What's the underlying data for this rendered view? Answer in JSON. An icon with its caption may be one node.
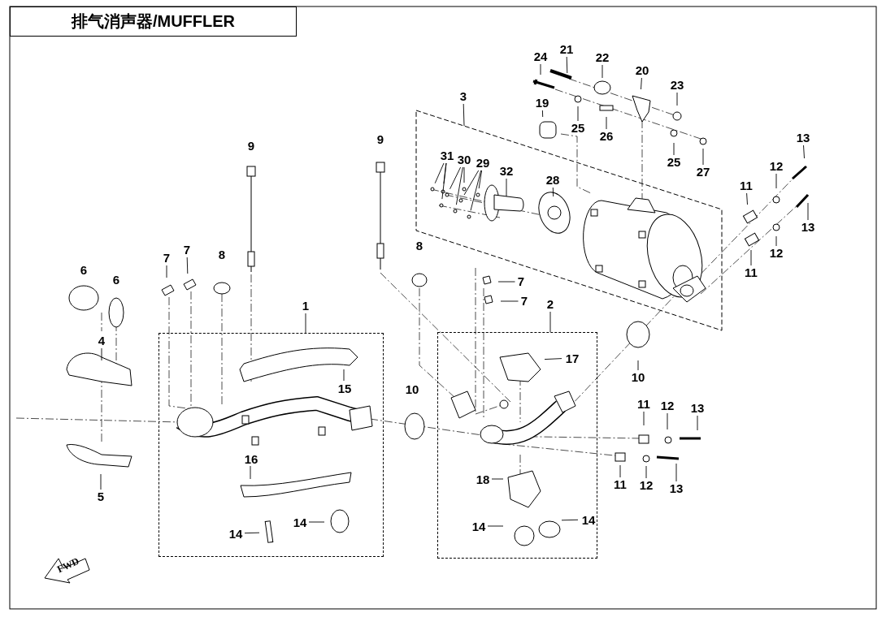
{
  "diagram": {
    "title": "排气消声器/MUFFLER",
    "nodes": [
      {
        "text": [
          "21"
        ]
      },
      {
        "text": [
          "24"
        ]
      },
      {
        "text": [
          "22"
        ]
      },
      {
        "text": [
          "20"
        ]
      },
      {
        "text": [
          "23"
        ]
      },
      {
        "text": [
          "3"
        ]
      },
      {
        "text": [
          "19"
        ]
      },
      {
        "text": [
          "25"
        ]
      },
      {
        "text": [
          "26"
        ]
      },
      {
        "text": [
          "25"
        ]
      },
      {
        "text": [
          "13"
        ]
      },
      {
        "text": [
          "9"
        ]
      },
      {
        "text": [
          "9"
        ]
      },
      {
        "text": [
          "27"
        ]
      },
      {
        "text": [],
        "shape": "box"
      },
      {
        "text": [
          "31"
        ],
        "in": 14
      },
      {
        "text": [
          "30"
        ],
        "in": 14
      },
      {
        "text": [
          "29"
        ],
        "in": 14
      },
      {
        "text": [
          "32"
        ],
        "in": 14
      },
      {
        "text": [
          "28"
        ],
        "in": 14
      },
      {
        "text": [
          "12"
        ]
      },
      {
        "text": [
          "11"
        ]
      },
      {
        "text": [
          "13"
        ]
      },
      {
        "text": [
          "8"
        ]
      },
      {
        "text": [
          "12"
        ]
      },
      {
        "text": [
          "7"
        ]
      },
      {
        "text": [
          "7"
        ]
      },
      {
        "text": [
          "8"
        ]
      },
      {
        "text": [
          "6"
        ]
      },
      {
        "text": [
          "11"
        ]
      },
      {
        "text": [
          "6"
        ]
      },
      {
        "text": [
          "7"
        ]
      },
      {
        "text": [
          "7"
        ]
      },
      {
        "text": [
          "1"
        ]
      },
      {
        "text": [
          "2"
        ]
      },
      {
        "text": [],
        "shape": "box"
      },
      {
        "text": [],
        "shape": "box"
      },
      {
        "text": [
          "4"
        ]
      },
      {
        "text": [
          "17"
        ],
        "in": 36
      },
      {
        "text": [
          "15"
        ],
        "in": 35
      },
      {
        "text": [
          "10"
        ]
      },
      {
        "text": [
          "10"
        ]
      },
      {
        "text": [
          "11"
        ]
      },
      {
        "text": [
          "12"
        ]
      },
      {
        "text": [
          "13"
        ]
      },
      {
        "text": [
          "16"
        ],
        "in": 35
      },
      {
        "text": [
          "18"
        ],
        "in": 36
      },
      {
        "text": [
          "11"
        ]
      },
      {
        "text": [
          "12"
        ]
      },
      {
        "text": [
          "13"
        ]
      },
      {
        "text": [
          "5"
        ]
      },
      {
        "text": [
          "14"
        ],
        "in": 36
      },
      {
        "text": [
          "14"
        ],
        "in": 35
      },
      {
        "text": [
          "14"
        ],
        "in": 36
      },
      {
        "text": [
          "14"
        ],
        "in": 35
      }
    ],
    "edges": [
      {
        "from": 0,
        "to": null,
        "arrow": "none"
      },
      {
        "from": 1,
        "to": null,
        "arrow": "none"
      },
      {
        "from": 2,
        "to": null,
        "arrow": "none"
      },
      {
        "from": 3,
        "to": null,
        "arrow": "none"
      },
      {
        "from": 4,
        "to": null,
        "arrow": "none"
      },
      {
        "from": 5,
        "to": 14,
        "arrow": "none"
      },
      {
        "from": 6,
        "to": null,
        "arrow": "none"
      },
      {
        "from": 7,
        "to": null,
        "arrow": "none"
      },
      {
        "from": 8,
        "to": null,
        "arrow": "none"
      },
      {
        "from": 9,
        "to": null,
        "arrow": "none"
      },
      {
        "from": 10,
        "to": null,
        "arrow": "none"
      },
      {
        "from": 13,
        "to": null,
        "arrow": "none"
      },
      {
        "from": 15,
        "to": null,
        "arrow": "none"
      },
      {
        "from": 15,
        "to": null,
        "arrow": "none"
      },
      {
        "from": 15,
        "to": null,
        "arrow": "none"
      },
      {
        "from": 16,
        "to": null,
        "arrow": "none"
      },
      {
        "from": 16,
        "to": null,
        "arrow": "none"
      },
      {
        "from": 16,
        "to": null,
        "arrow": "none"
      },
      {
        "from": 17,
        "to": null,
        "arrow": "none"
      },
      {
        "from": 17,
        "to": null,
        "arrow": "none"
      },
      {
        "from": 17,
        "to": null,
        "arrow": "none"
      },
      {
        "from": 18,
        "to": null,
        "arrow": "none"
      },
      {
        "from": 19,
        "to": null,
        "arrow": "none"
      },
      {
        "from": 20,
        "to": null,
        "arrow": "none"
      },
      {
        "from": 21,
        "to": null,
        "arrow": "none"
      },
      {
        "from": 22,
        "to": null,
        "arrow": "none"
      },
      {
        "from": 24,
        "to": null,
        "arrow": "none"
      },
      {
        "from": 25,
        "to": null,
        "arrow": "none"
      },
      {
        "from": 26,
        "to": null,
        "arrow": "none"
      },
      {
        "from": 29,
        "to": null,
        "arrow": "none"
      },
      {
        "from": 31,
        "to": null,
        "arrow": "none"
      },
      {
        "from": 32,
        "to": null,
        "arrow": "none"
      },
      {
        "from": 33,
        "to": 35,
        "arrow": "none"
      },
      {
        "from": 34,
        "to": 36,
        "arrow": "none"
      },
      {
        "from": 37,
        "to": null,
        "arrow": "none"
      },
      {
        "from": 38,
        "to": null,
        "arrow": "none"
      },
      {
        "from": 39,
        "to": null,
        "arrow": "none"
      },
      {
        "from": 40,
        "to": null,
        "arrow": "none"
      },
      {
        "from": 42,
        "to": null,
        "arrow": "none"
      },
      {
        "from": 43,
        "to": null,
        "arrow": "none"
      },
      {
        "from": 44,
        "to": null,
        "arrow": "none"
      },
      {
        "from": 45,
        "to": null,
        "arrow": "none"
      },
      {
        "from": 46,
        "to": null,
        "arrow": "none"
      },
      {
        "from": 47,
        "to": null,
        "arrow": "none"
      },
      {
        "from": 48,
        "to": null,
        "arrow": "none"
      },
      {
        "from": 49,
        "to": null,
        "arrow": "none"
      },
      {
        "from": 50,
        "to": null,
        "arrow": "none"
      },
      {
        "from": 51,
        "to": null,
        "arrow": "none"
      },
      {
        "from": 52,
        "to": null,
        "arrow": "none"
      },
      {
        "from": 53,
        "to": null,
        "arrow": "none"
      },
      {
        "from": 54,
        "to": null,
        "arrow": "none"
      }
    ],
    "labels": [
      "FWD"
    ]
  }
}
